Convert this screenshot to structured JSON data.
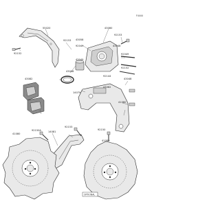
{
  "diagram_code": "F4444",
  "part_labels": {
    "p55020": "55020",
    "p92153_a": "92153",
    "p92152_a": "92152",
    "p43080": "43080",
    "p43058": "43058",
    "p92153_b": "92153",
    "p92049_a": "92049",
    "p43049": "43049",
    "p43048_a": "43048",
    "p92049_b": "92049",
    "p43048_b": "43048",
    "p92144": "92144",
    "p92152_b": "92152",
    "p43082": "43082",
    "p41080": "41080",
    "p14079": "14079",
    "p43048_c": "43048",
    "p43082_b": "43082",
    "p14081": "14081",
    "p41080_b": "41080",
    "p92153_c": "92153",
    "p92150a": "92150A",
    "p41080_c": "41080",
    "p92150_b": "92150"
  },
  "option_label": "OPTIONAL",
  "colors": {
    "line": "#2a2a2a",
    "fill_light": "#e9e9e9",
    "fill_mid": "#cfcfcf",
    "fill_dark": "#8a8a8a"
  }
}
